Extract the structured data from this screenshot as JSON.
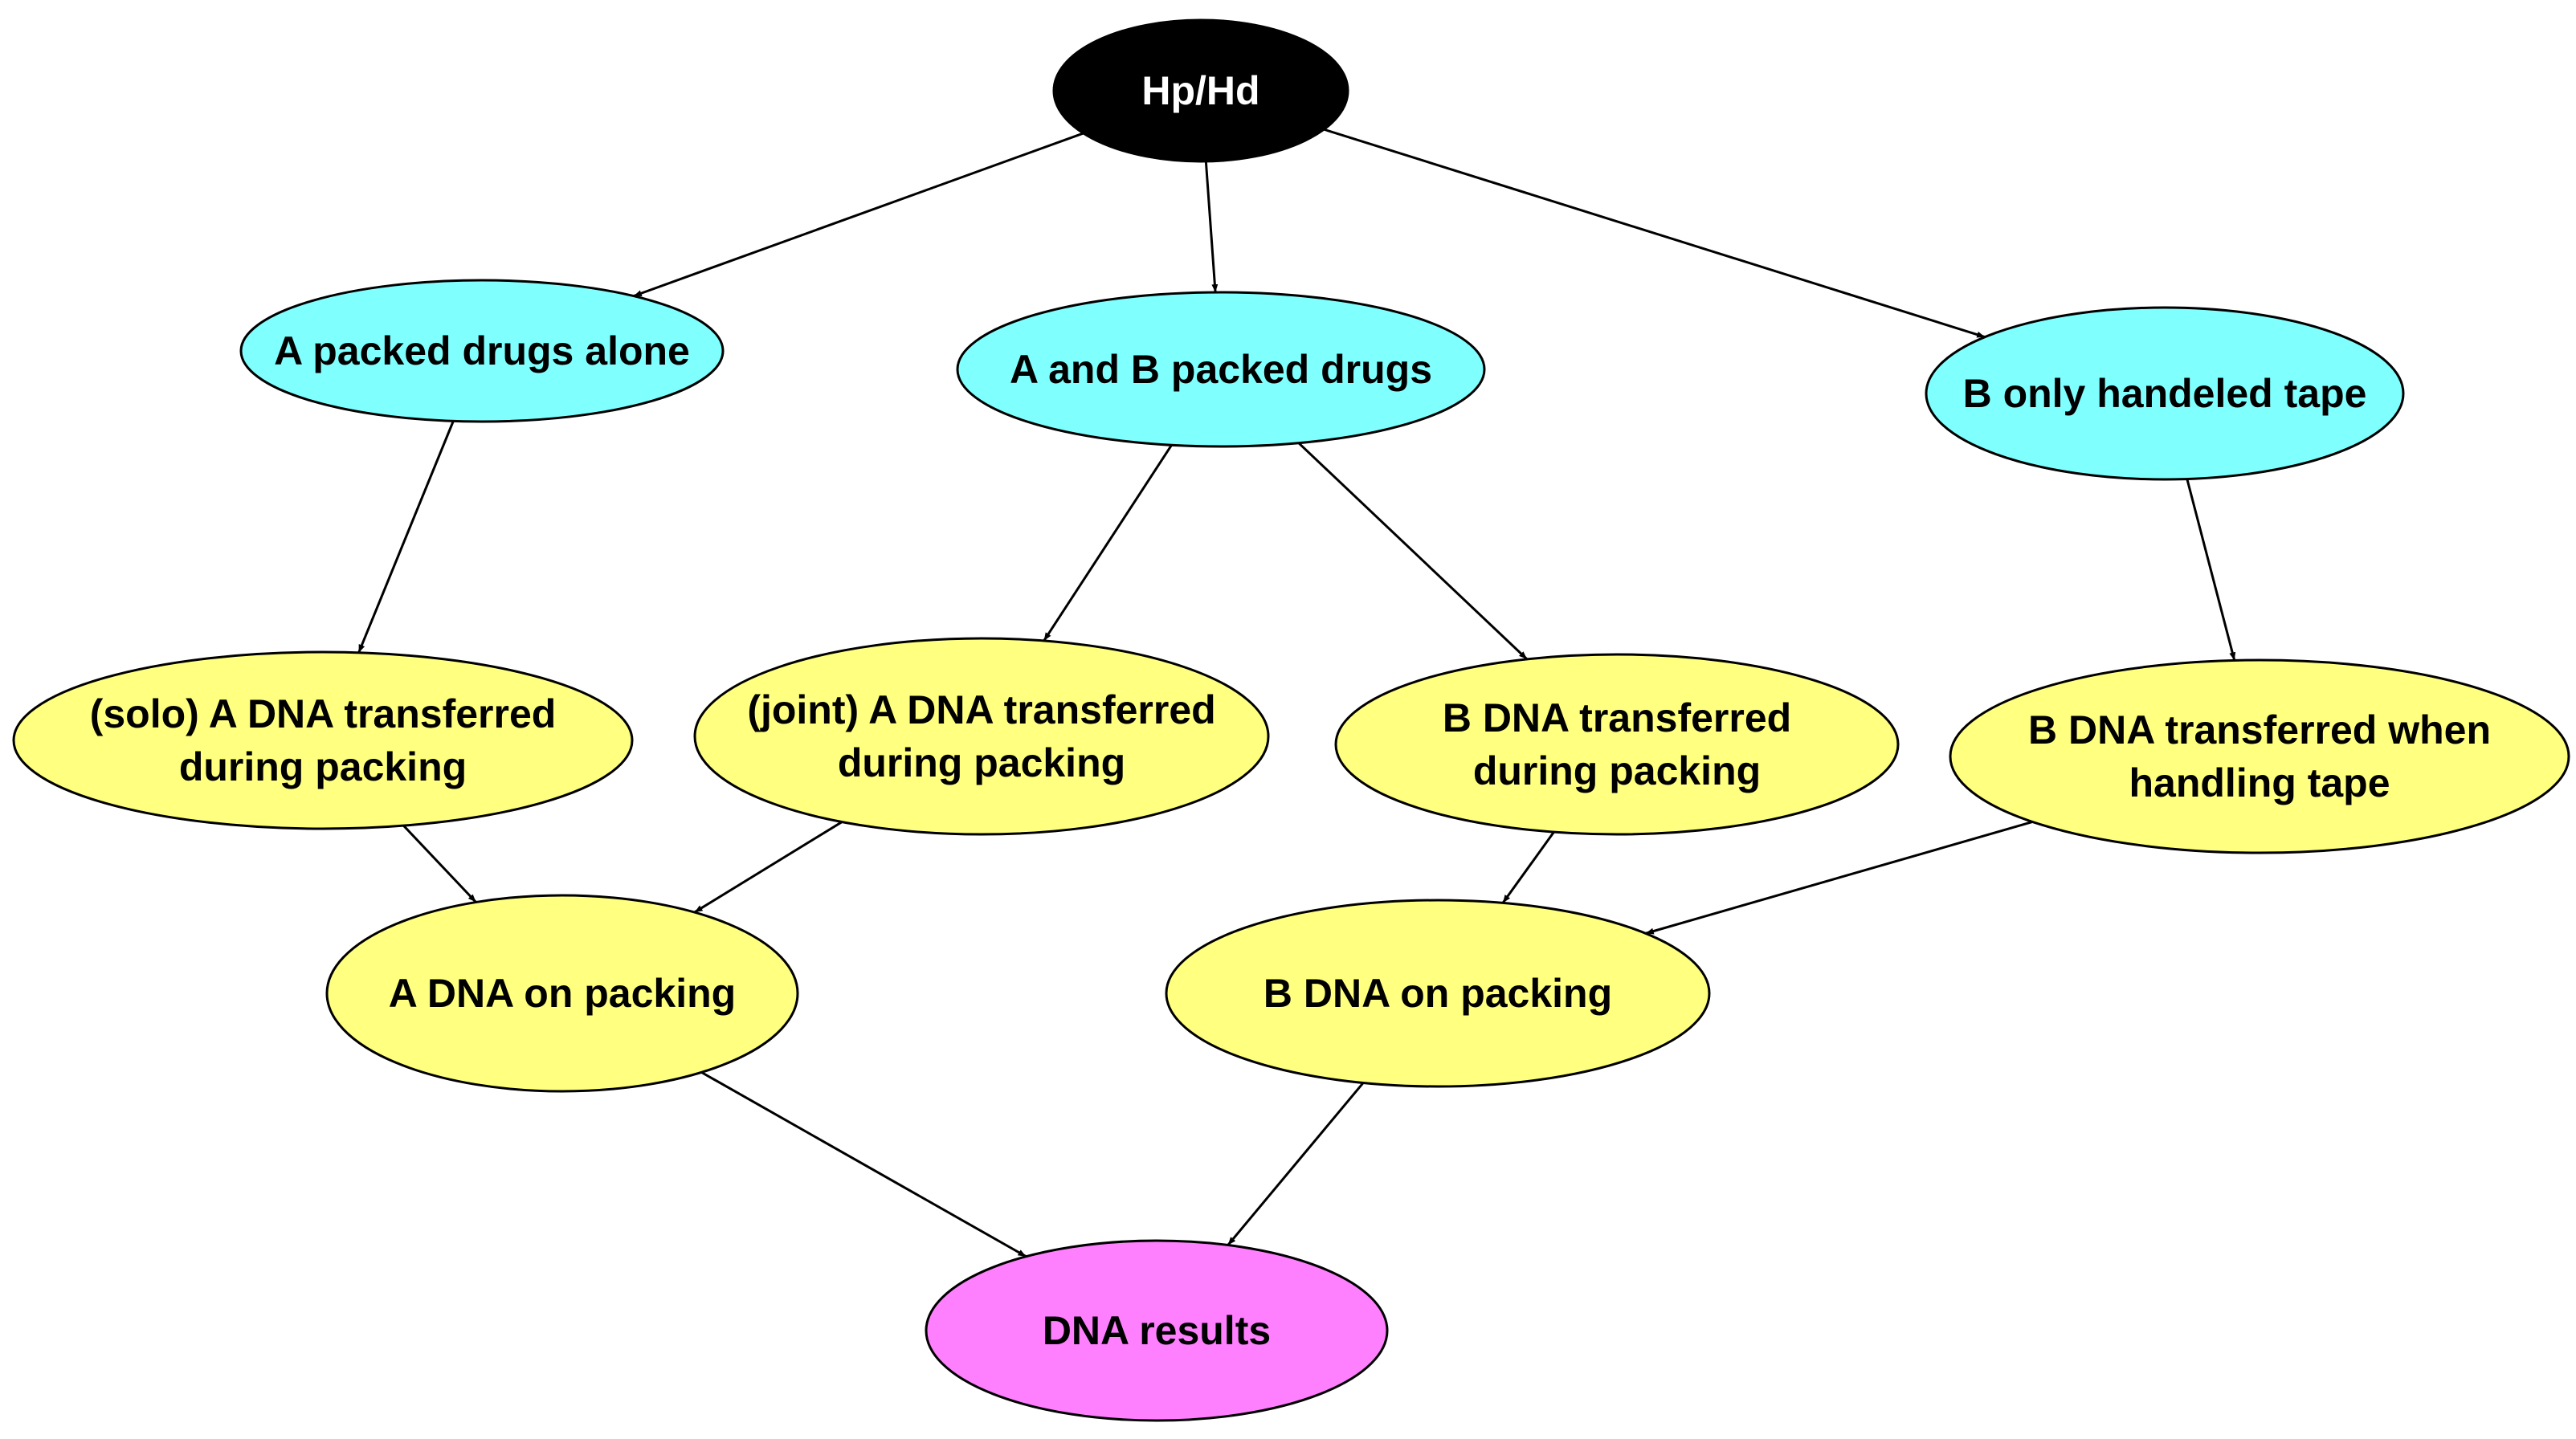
{
  "colors": {
    "black_node": "#000000",
    "cyan_node": "#80ffff",
    "yellow_node": "#ffff80",
    "magenta_node": "#ff80ff",
    "edge": "#000000"
  },
  "nodes": [
    {
      "id": "hp-hd",
      "lines": [
        "Hp/Hd"
      ],
      "color": "black_node",
      "text_color": "#ffffff"
    },
    {
      "id": "a-packed-drugs-alone",
      "lines": [
        "A packed drugs alone"
      ],
      "color": "cyan_node"
    },
    {
      "id": "a-and-b-packed-drugs",
      "lines": [
        "A and B packed drugs"
      ],
      "color": "cyan_node"
    },
    {
      "id": "b-only-handeled-tape",
      "lines": [
        "B only handeled tape"
      ],
      "color": "cyan_node"
    },
    {
      "id": "solo-a-dna-transferred",
      "lines": [
        "(solo) A DNA transferred",
        "during packing"
      ],
      "color": "yellow_node"
    },
    {
      "id": "joint-a-dna-transferred",
      "lines": [
        "(joint) A DNA transferred",
        "during packing"
      ],
      "color": "yellow_node"
    },
    {
      "id": "b-dna-transferred-packing",
      "lines": [
        "B DNA transferred",
        "during packing"
      ],
      "color": "yellow_node"
    },
    {
      "id": "b-dna-transferred-tape",
      "lines": [
        "B DNA transferred when",
        "handling tape"
      ],
      "color": "yellow_node"
    },
    {
      "id": "a-dna-on-packing",
      "lines": [
        "A DNA on packing"
      ],
      "color": "yellow_node"
    },
    {
      "id": "b-dna-on-packing",
      "lines": [
        "B DNA on packing"
      ],
      "color": "yellow_node"
    },
    {
      "id": "dna-results",
      "lines": [
        "DNA results"
      ],
      "color": "magenta_node"
    }
  ],
  "edges": [
    {
      "from": "hp-hd",
      "to": "a-packed-drugs-alone"
    },
    {
      "from": "hp-hd",
      "to": "a-and-b-packed-drugs"
    },
    {
      "from": "hp-hd",
      "to": "b-only-handeled-tape"
    },
    {
      "from": "a-packed-drugs-alone",
      "to": "solo-a-dna-transferred"
    },
    {
      "from": "a-and-b-packed-drugs",
      "to": "joint-a-dna-transferred"
    },
    {
      "from": "a-and-b-packed-drugs",
      "to": "b-dna-transferred-packing"
    },
    {
      "from": "b-only-handeled-tape",
      "to": "b-dna-transferred-tape"
    },
    {
      "from": "solo-a-dna-transferred",
      "to": "a-dna-on-packing"
    },
    {
      "from": "joint-a-dna-transferred",
      "to": "a-dna-on-packing"
    },
    {
      "from": "b-dna-transferred-packing",
      "to": "b-dna-on-packing"
    },
    {
      "from": "b-dna-transferred-tape",
      "to": "b-dna-on-packing"
    },
    {
      "from": "a-dna-on-packing",
      "to": "dna-results"
    },
    {
      "from": "b-dna-on-packing",
      "to": "dna-results"
    }
  ]
}
